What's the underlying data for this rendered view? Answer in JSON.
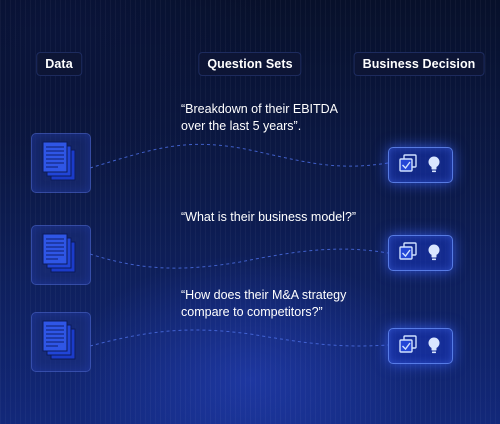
{
  "headers": {
    "data": "Data",
    "question_sets": "Question Sets",
    "business_decision": "Business Decision"
  },
  "questions": [
    {
      "line1": "“Breakdown of their EBITDA",
      "line2": "over the last 5 years”."
    },
    {
      "line1": "“What is their business model?”",
      "line2": ""
    },
    {
      "line1": "“How does their M&A strategy",
      "line2": "compare to competitors?”"
    }
  ],
  "icons": {
    "data": "documents-stack-icon",
    "decision_primary": "checklist-copy-icon",
    "decision_secondary": "lightbulb-icon"
  },
  "colors": {
    "accent": "#2f56e6",
    "glow": "#4f7dff",
    "background": "#0b1846"
  }
}
